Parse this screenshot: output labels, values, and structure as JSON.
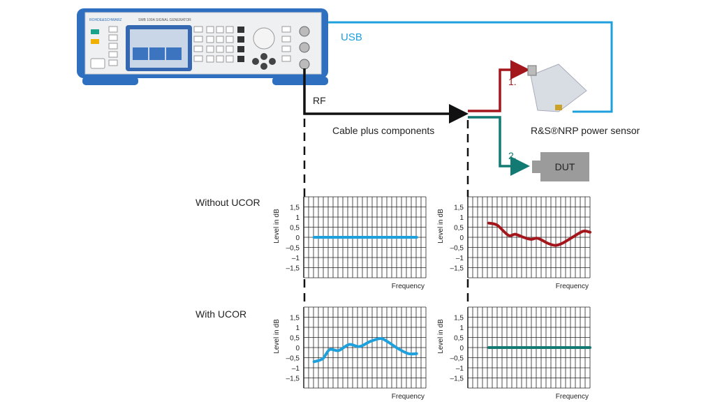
{
  "labels": {
    "usb": "USB",
    "rf": "RF",
    "cable": "Cable plus components",
    "step1": "1.",
    "step2": "2.",
    "sensor": "R&S®NRP power sensor",
    "dut": "DUT",
    "without_ucor": "Without UCOR",
    "with_ucor": "With UCOR"
  },
  "generator": {
    "brand": "ROHDE&SCHWARZ",
    "model": "SMB 100A  SIGNAL GENERATOR"
  },
  "colors": {
    "usb": "#1ea0dc",
    "rf": "#111111",
    "path1": "#a3161c",
    "path2": "#127a72",
    "dut": "#9b9b9b",
    "flat_blue": "#1ea0dc"
  },
  "chart_data": [
    {
      "id": "without-ucor-generator",
      "type": "line",
      "xlabel": "Frequency",
      "ylabel": "Level in dB",
      "ylim": [
        -2,
        2
      ],
      "xlim": [
        0,
        25
      ],
      "yticks": [
        "1,5",
        "1",
        "0,5",
        "0",
        "–0,5",
        "–1",
        "–1,5"
      ],
      "ytick_values": [
        1.5,
        1,
        0.5,
        0,
        -0.5,
        -1,
        -1.5
      ],
      "color": "#1ea0dc",
      "x": [
        2.1,
        23.1
      ],
      "y": [
        0,
        0
      ]
    },
    {
      "id": "without-ucor-dut",
      "type": "line",
      "xlabel": "Frequency",
      "ylabel": "Level in dB",
      "ylim": [
        -2,
        2
      ],
      "xlim": [
        0,
        25
      ],
      "yticks": [
        "1,5",
        "1",
        "0,5",
        "0",
        "–0,5",
        "–1",
        "–1,5"
      ],
      "ytick_values": [
        1.5,
        1,
        0.5,
        0,
        -0.5,
        -1,
        -1.5
      ],
      "color": "#a3161c",
      "x": [
        4.3,
        6,
        8.3,
        9.7,
        11.4,
        12.9,
        14.3,
        16.4,
        17.9,
        19.3,
        21.4,
        23.6,
        25
      ],
      "y": [
        0.7,
        0.6,
        0.1,
        0.15,
        0,
        -0.1,
        -0.05,
        -0.3,
        -0.4,
        -0.3,
        0,
        0.3,
        0.25
      ]
    },
    {
      "id": "with-ucor-generator",
      "type": "line",
      "xlabel": "Frequency",
      "ylabel": "Level in dB",
      "ylim": [
        -2,
        2
      ],
      "xlim": [
        0,
        25
      ],
      "yticks": [
        "1,5",
        "1",
        "0,5",
        "0",
        "–0,5",
        "–1",
        "–1,5"
      ],
      "ytick_values": [
        1.5,
        1,
        0.5,
        0,
        -0.5,
        -1,
        -1.5
      ],
      "color": "#1ea0dc",
      "x": [
        2.1,
        3.9,
        5.3,
        7.1,
        9.3,
        11.4,
        13.6,
        15.7,
        17.1,
        19.3,
        21.4,
        23.1
      ],
      "y": [
        -0.7,
        -0.55,
        -0.1,
        -0.15,
        0.15,
        0.05,
        0.3,
        0.45,
        0.3,
        -0.05,
        -0.3,
        -0.3
      ]
    },
    {
      "id": "with-ucor-dut",
      "type": "line",
      "xlabel": "Frequency",
      "ylabel": "Level in dB",
      "ylim": [
        -2,
        2
      ],
      "xlim": [
        0,
        25
      ],
      "yticks": [
        "1,5",
        "1",
        "0,5",
        "0",
        "–0,5",
        "–1",
        "–1,5"
      ],
      "ytick_values": [
        1.5,
        1,
        0.5,
        0,
        -0.5,
        -1,
        -1.5
      ],
      "color": "#127a72",
      "x": [
        4.3,
        25
      ],
      "y": [
        0,
        0
      ]
    }
  ]
}
